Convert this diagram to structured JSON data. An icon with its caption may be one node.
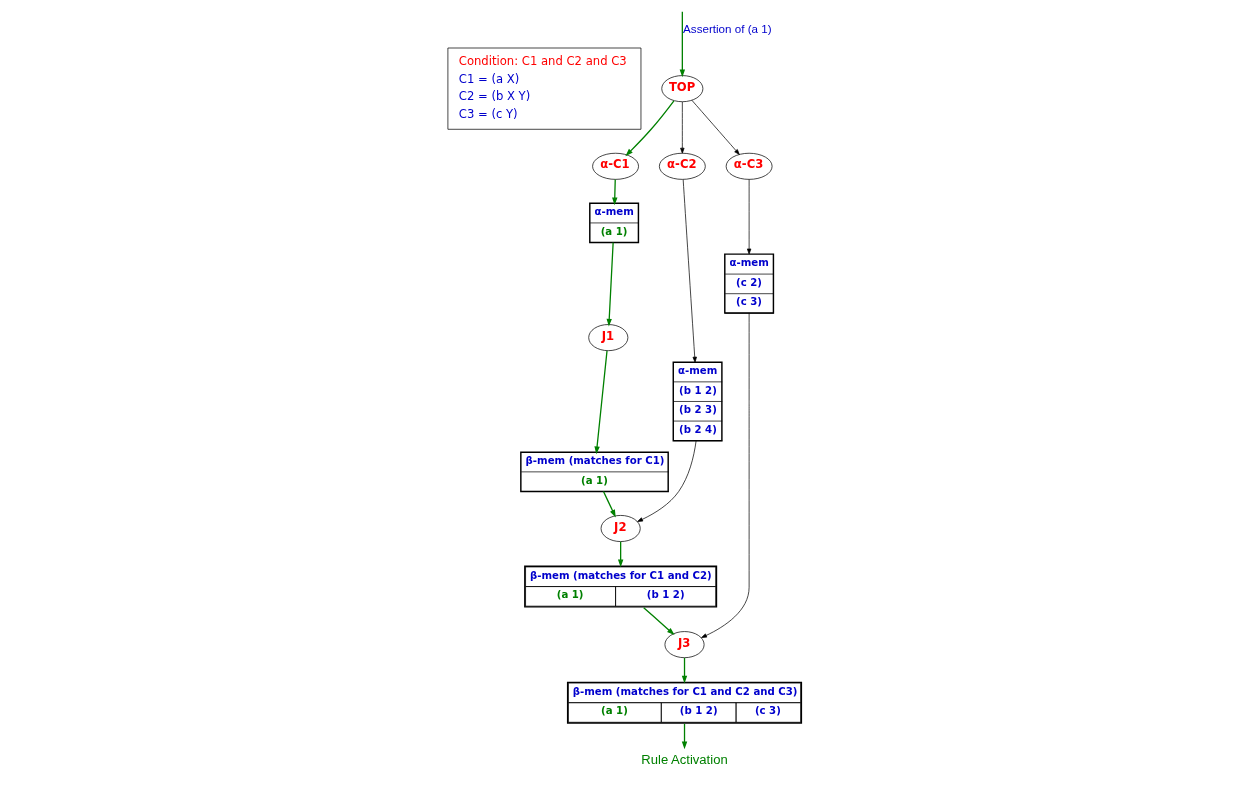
{
  "diagram": {
    "nodes": [
      {
        "text": [
          "Condition: C1 and C2 and C3",
          "C1 = (a X)",
          "C2 = (b X Y)",
          "C3 = (c Y)"
        ]
      },
      {
        "text": [
          "TOP"
        ]
      },
      {
        "text": [
          "α-C1"
        ]
      },
      {
        "text": [
          "α-C2"
        ]
      },
      {
        "text": [
          "α-C3"
        ]
      },
      {
        "text": [
          "α-mem",
          "(a 1)"
        ]
      },
      {
        "text": [
          "α-mem",
          "(b 1 2)",
          "(b 2 3)",
          "(b 2 4)"
        ]
      },
      {
        "text": [
          "α-mem",
          "(c 2)",
          "(c 3)"
        ]
      },
      {
        "text": [
          "J1"
        ]
      },
      {
        "text": [
          "β-mem (matches for C1)",
          "(a 1)"
        ]
      },
      {
        "text": [
          "J2"
        ]
      },
      {
        "text": [
          "β-mem (matches for C1 and C2)",
          "(a 1)",
          "(b 1 2)"
        ]
      },
      {
        "text": [
          "J3"
        ]
      },
      {
        "text": [
          "β-mem (matches for C1 and C2 and C3)",
          "(a 1)",
          "(b 1 2)",
          "(c 3)"
        ]
      },
      {
        "text": [
          "Rule Activation"
        ]
      }
    ],
    "edges": [
      {
        "from": null,
        "to": 1,
        "arrow": "to",
        "label": "Assertion of (a 1)"
      },
      {
        "from": 1,
        "to": 2,
        "arrow": "to"
      },
      {
        "from": 1,
        "to": 3,
        "arrow": "to",
        "color": "#000000"
      },
      {
        "from": 1,
        "to": 4,
        "arrow": "to",
        "color": "#000000"
      },
      {
        "from": 2,
        "to": 5,
        "arrow": "to"
      },
      {
        "from": 3,
        "to": 6,
        "arrow": "to",
        "color": "#000000"
      },
      {
        "from": 4,
        "to": 7,
        "arrow": "to",
        "color": "#000000"
      },
      {
        "from": 5,
        "to": 8,
        "arrow": "to"
      },
      {
        "from": 8,
        "to": 9,
        "arrow": "to"
      },
      {
        "from": 9,
        "to": 10,
        "arrow": "to"
      },
      {
        "from": 6,
        "to": 10,
        "arrow": "to",
        "color": "#000000"
      },
      {
        "from": 10,
        "to": 11,
        "arrow": "to"
      },
      {
        "from": 11,
        "to": 12,
        "arrow": "to"
      },
      {
        "from": 7,
        "to": 12,
        "arrow": "to",
        "color": "#000000"
      },
      {
        "from": 12,
        "to": 13,
        "arrow": "to"
      },
      {
        "from": 13,
        "to": 14,
        "arrow": "to"
      }
    ]
  }
}
